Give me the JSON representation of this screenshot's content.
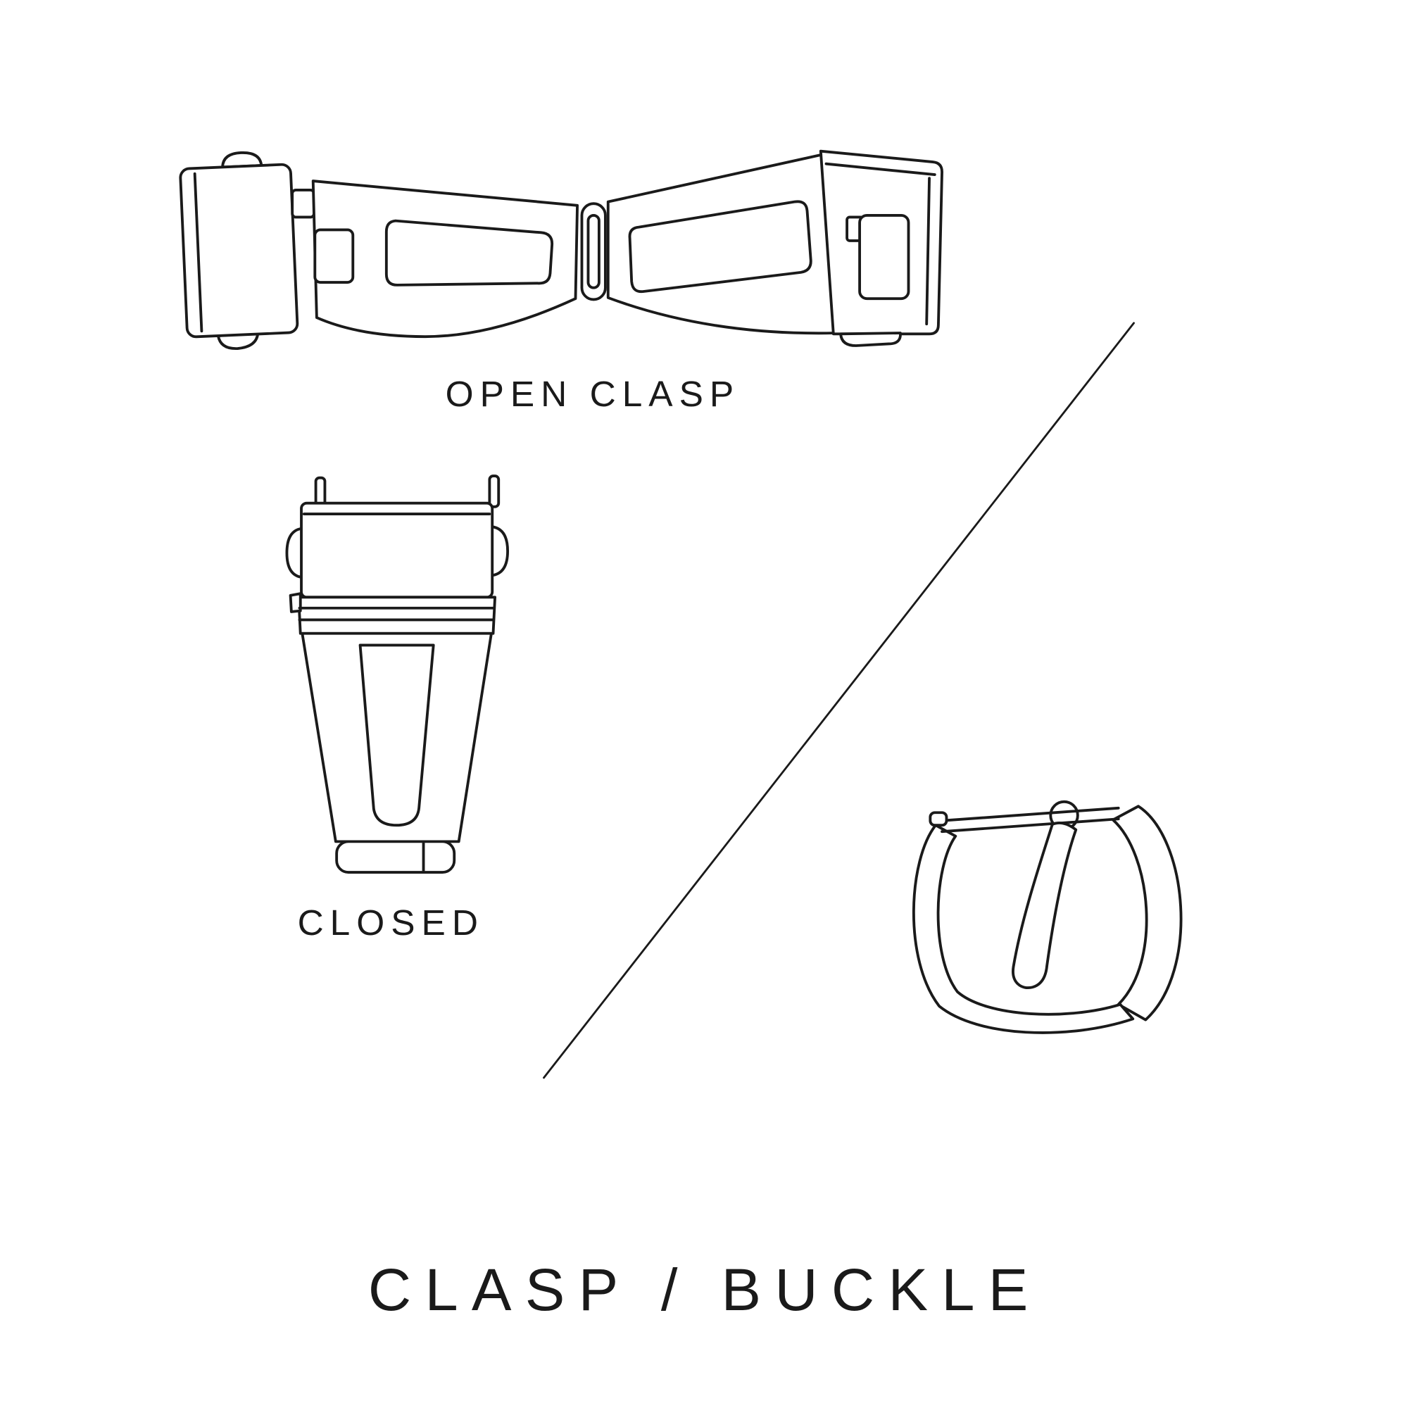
{
  "page": {
    "background": "#ffffff",
    "ink": "#1a1a1a"
  },
  "title": "CLASP / BUCKLE",
  "illustrations": [
    {
      "name": "open-clasp",
      "caption": "OPEN CLASP"
    },
    {
      "name": "closed-clasp",
      "caption": "CLOSED"
    },
    {
      "name": "tang-buckle",
      "caption": ""
    }
  ]
}
